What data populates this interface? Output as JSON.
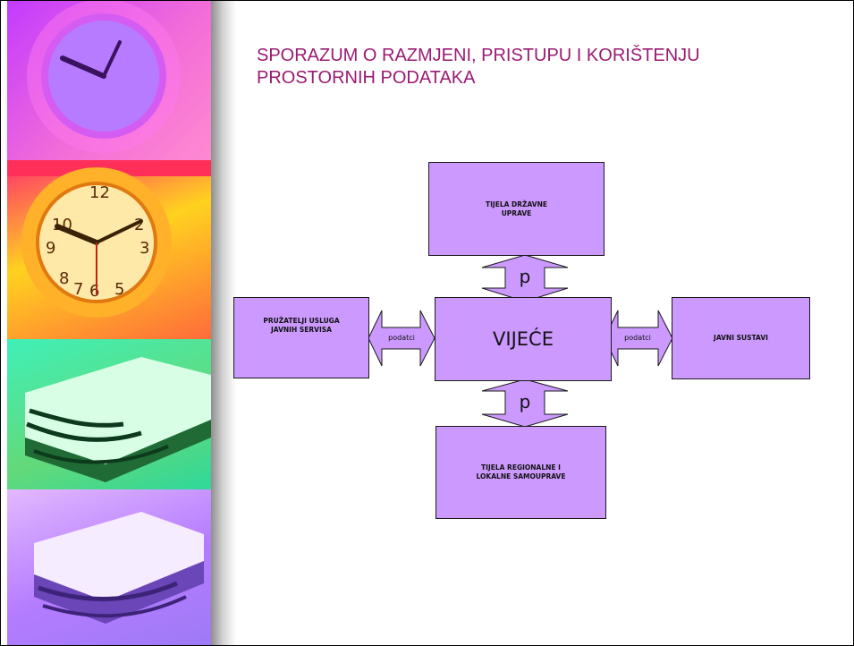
{
  "title": "SPORAZUM O RAZMJENI, PRISTUPU I KORIŠTENJU\nPROSTORNIH PODATAKA",
  "nodes": {
    "top": [
      "TIJELA DRŽAVNE",
      "UPRAVE"
    ],
    "center": "VIJEĆE",
    "left": [
      "PRUŽATELJI USLUGA",
      "JAVNIH SERVISA"
    ],
    "right": "JAVNI SUSTAVI",
    "bottom": [
      "TIJELA REGIONALNE I",
      "LOKALNE SAMOUPRAVE"
    ]
  },
  "arrows": {
    "top_label": "p",
    "bottom_label": "p",
    "left_label": "podatci",
    "right_label": "podatci"
  },
  "colors": {
    "box_fill": "#cc99ff",
    "title": "#9b1a72"
  }
}
